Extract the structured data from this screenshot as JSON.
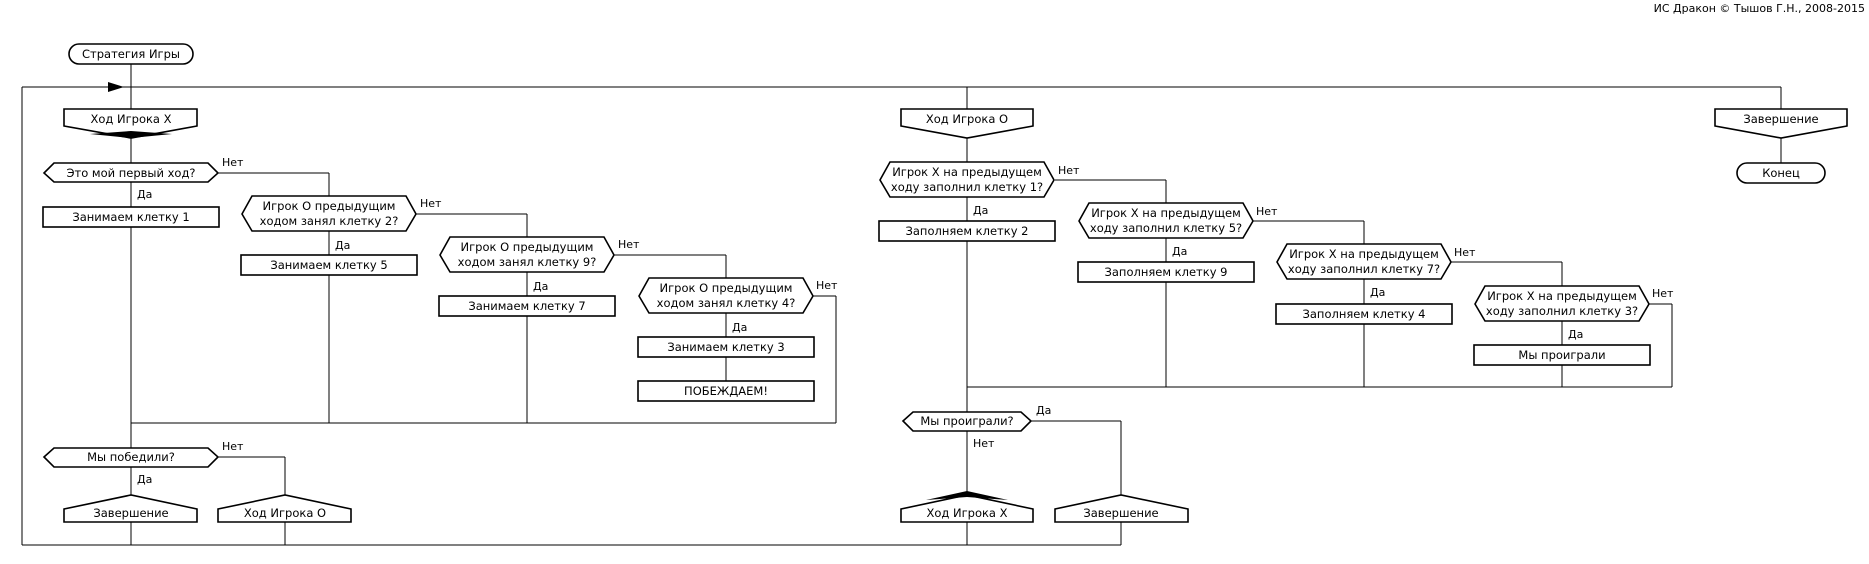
{
  "credit": "ИС Дракон © Тышов Г.Н., 2008-2015",
  "title": "Стратегия Игры",
  "branch_x": {
    "header": "Ход Игрока Х",
    "q_first_move": "Это мой первый ход?",
    "a_cell1": "Занимаем клетку 1",
    "q_cell2": [
      "Игрок О предыдущим",
      "ходом занял клетку 2?"
    ],
    "a_cell5": "Занимаем клетку 5",
    "q_cell9": [
      "Игрок О предыдущим",
      "ходом занял клетку 9?"
    ],
    "a_cell7": "Занимаем клетку 7",
    "q_cell4": [
      "Игрок О предыдущим",
      "ходом занял клетку 4?"
    ],
    "a_cell3": "Занимаем клетку 3",
    "a_win": "ПОБЕЖДАЕМ!",
    "q_won": "Мы победили?",
    "to_finish": "Завершение",
    "to_o": "Ход Игрока О"
  },
  "branch_o": {
    "header": "Ход Игрока О",
    "q_cell1": [
      "Игрок Х на предыдущем",
      "ходу заполнил клетку 1?"
    ],
    "a_cell2": "Заполняем клетку 2",
    "q_cell5": [
      "Игрок Х на предыдущем",
      "ходу заполнил клетку 5?"
    ],
    "a_cell9": "Заполняем клетку 9",
    "q_cell7": [
      "Игрок Х на предыдущем",
      "ходу заполнил клетку 7?"
    ],
    "a_cell4": "Заполняем клетку 4",
    "q_cell3": [
      "Игрок Х на предыдущем",
      "ходу заполнил клетку 3?"
    ],
    "a_lost": "Мы проиграли",
    "q_lost": "Мы проиграли?",
    "to_x": "Ход Игрока Х",
    "to_finish": "Завершение"
  },
  "branch_end": {
    "header": "Завершение",
    "end": "Конец"
  },
  "labels": {
    "yes": "Да",
    "no": "Нет"
  }
}
